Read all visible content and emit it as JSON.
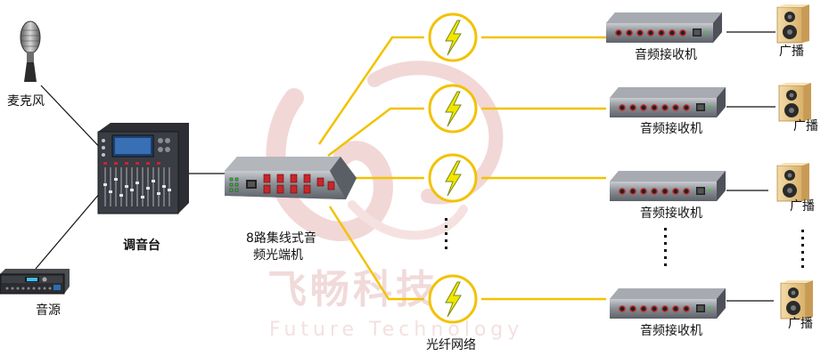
{
  "labels": {
    "microphone": "麦克风",
    "mixer": "调音台",
    "source": "音源",
    "transmitter_line1": "8路集线式音",
    "transmitter_line2": "频光端机",
    "fiber_network": "光纤网络",
    "receiver": "音频接收机",
    "broadcast": "广播"
  },
  "watermark": {
    "cn": "飞畅科技",
    "en": "Future Technology"
  },
  "colors": {
    "fiber": "#f2c200",
    "lightning": "#f2e600",
    "device_body": "#8a8f96",
    "watermark": "#e9b7b7",
    "speaker_wood": "#e8c887"
  },
  "icons": {
    "microphone": "microphone-icon",
    "mixer": "mixing-console-icon",
    "source": "rack-audio-source-icon",
    "transmitter": "fiber-optic-transmitter-icon",
    "fiber_node": "lightning-circle-icon",
    "receiver": "audio-receiver-icon",
    "speaker": "speaker-icon"
  }
}
